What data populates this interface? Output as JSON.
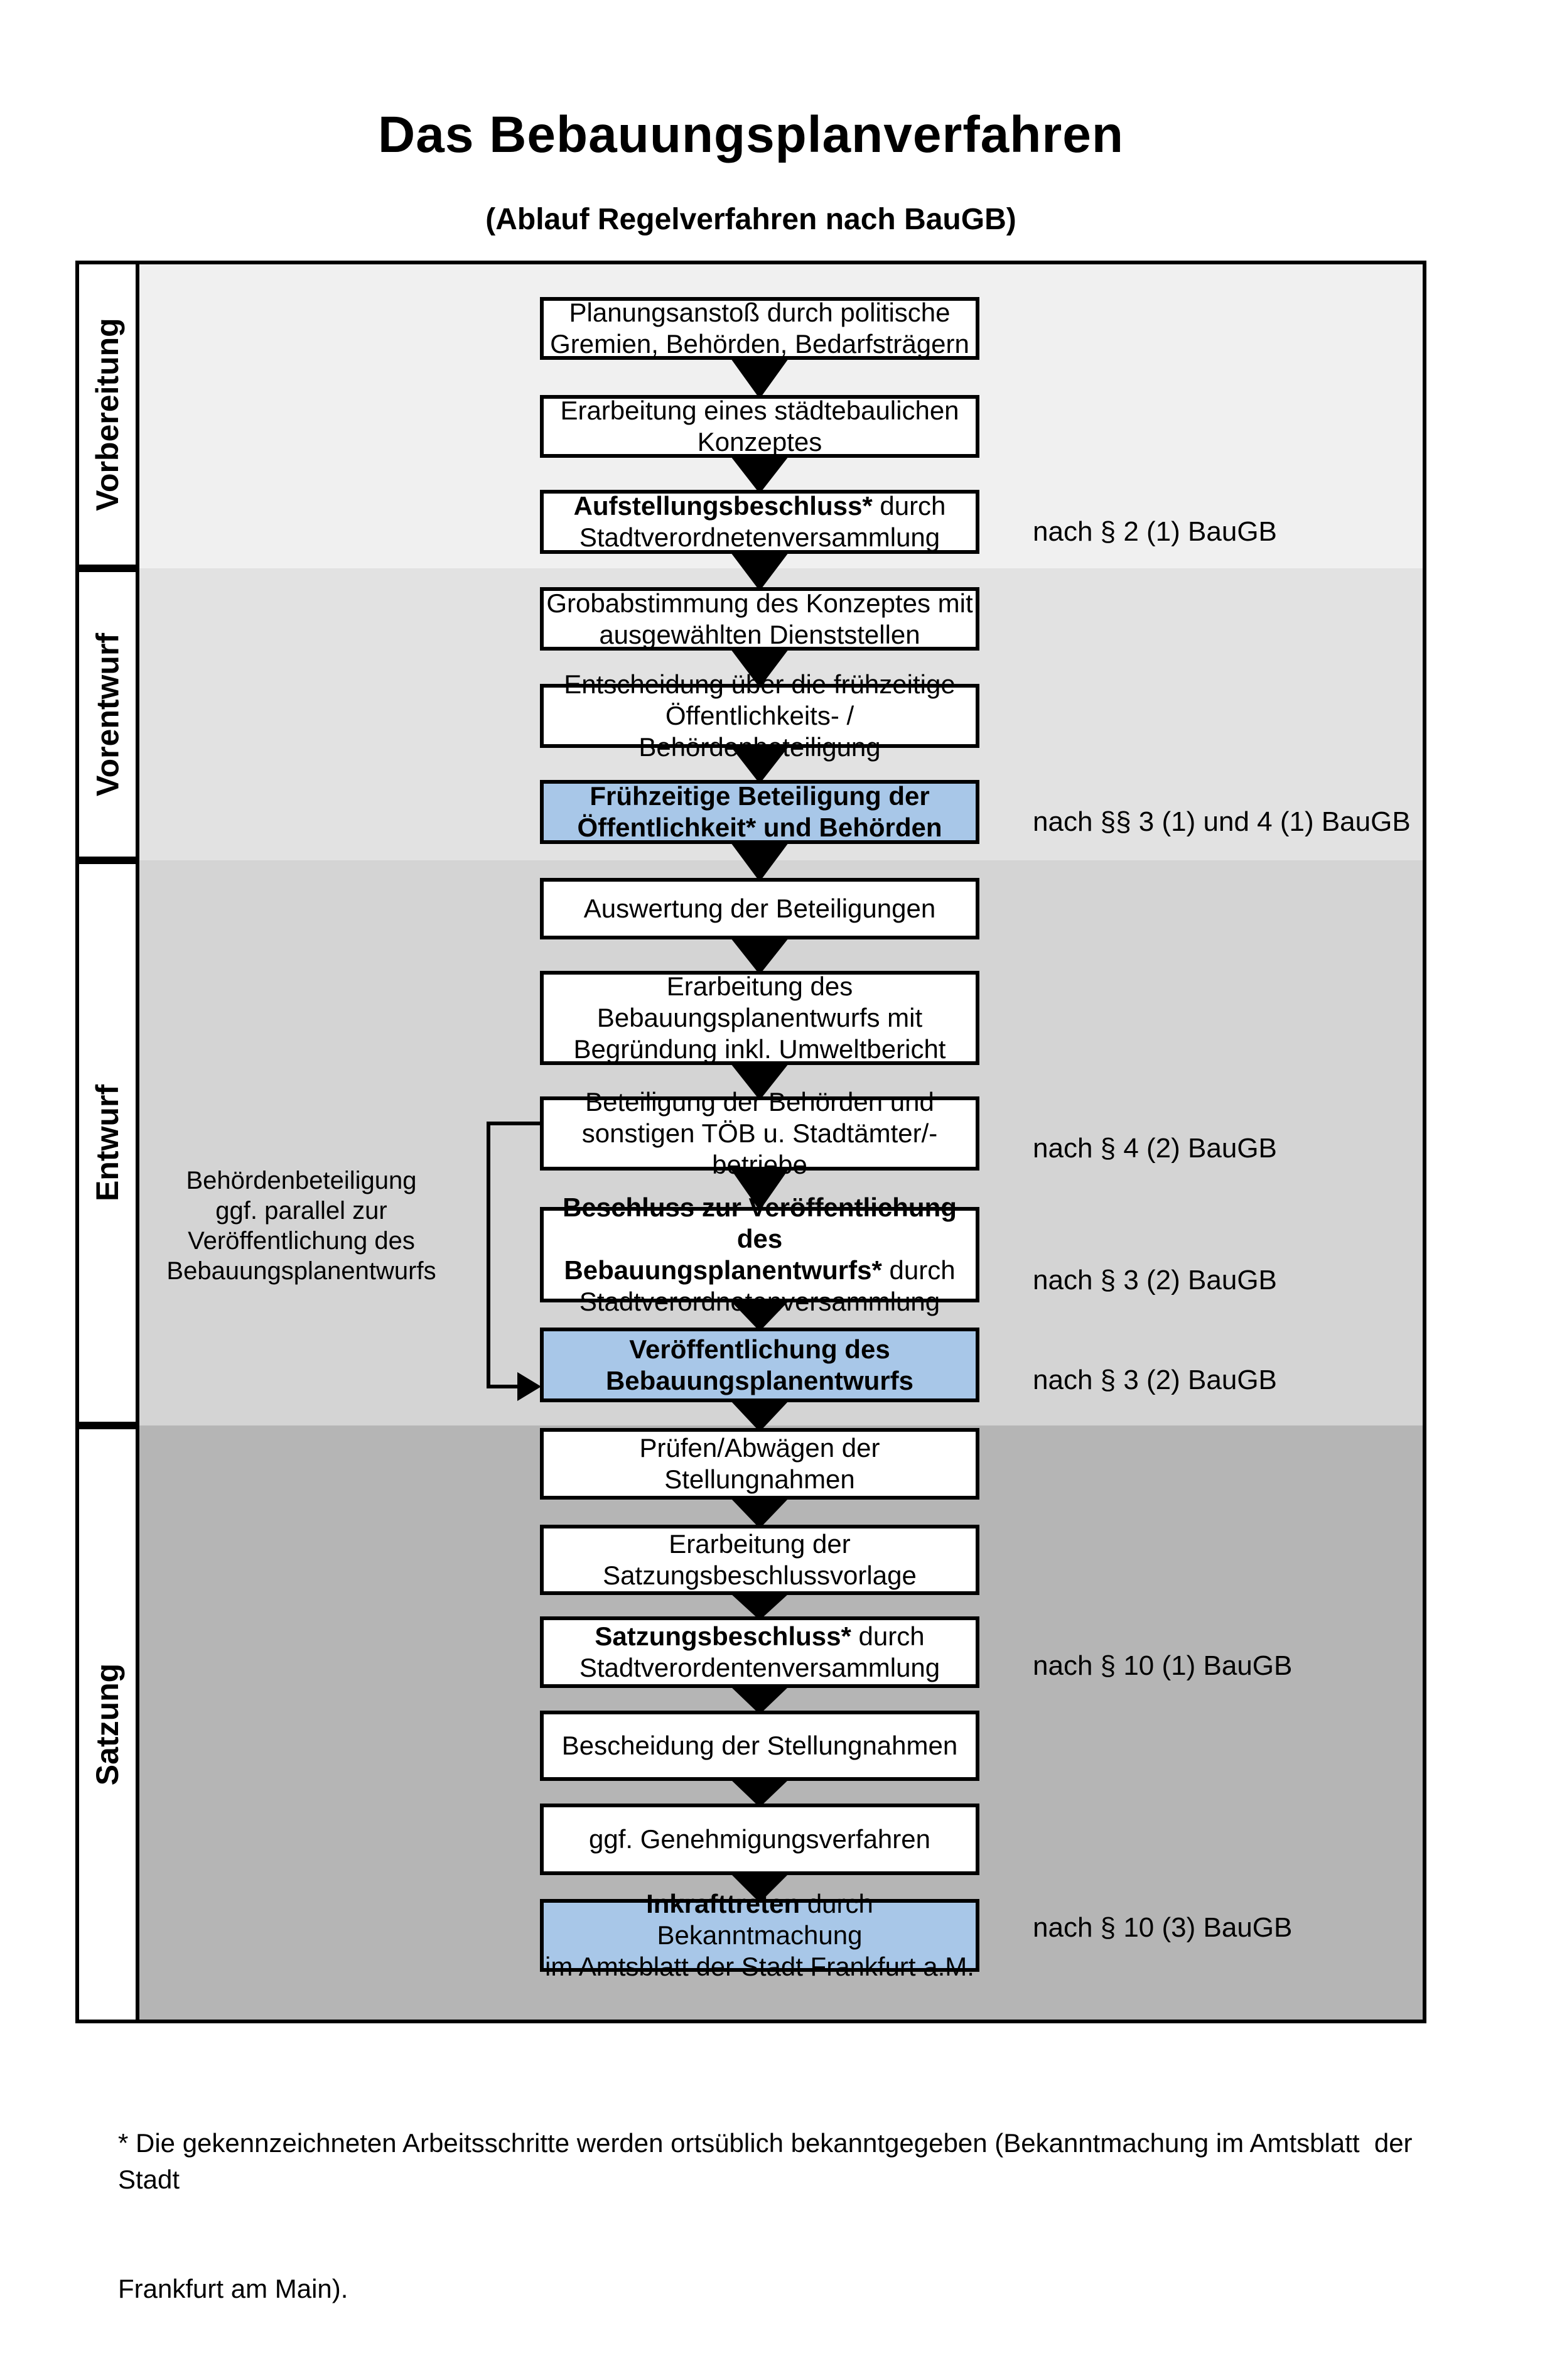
{
  "page": {
    "title": "Das Bebauungsplanverfahren",
    "subtitle": "(Ablauf Regelverfahren nach BauGB)",
    "footnote_lines": [
      "* Die gekennzeichneten Arbeitsschritte werden ortsüblich bekanntgegeben (Bekanntmachung im Amtsblatt  der Stadt",
      "Frankfurt am Main)."
    ]
  },
  "colors": {
    "highlight": "#a8c7e8",
    "box_bg": "#ffffff",
    "border": "#000000",
    "phase_bands": [
      "#f0f0f0",
      "#e2e2e2",
      "#d4d4d4",
      "#b5b5b5"
    ]
  },
  "phases": [
    {
      "label": "Vorbereitung"
    },
    {
      "label": "Vorentwurf"
    },
    {
      "label": "Entwurf"
    },
    {
      "label": "Satzung"
    }
  ],
  "side_note_lines": [
    "Behördenbeteiligung",
    "ggf. parallel zur",
    "Veröffentlichung des",
    "Bebauungsplanentwurfs"
  ],
  "steps": [
    {
      "phase": 0,
      "highlight": false,
      "note": null,
      "lines": [
        [
          {
            "t": "Planungsanstoß durch politische",
            "b": false
          }
        ],
        [
          {
            "t": "Gremien, Behörden, Bedarfsträgern",
            "b": false
          }
        ]
      ]
    },
    {
      "phase": 0,
      "highlight": false,
      "note": null,
      "lines": [
        [
          {
            "t": "Erarbeitung eines städtebaulichen",
            "b": false
          }
        ],
        [
          {
            "t": "Konzeptes",
            "b": false
          }
        ]
      ]
    },
    {
      "phase": 0,
      "highlight": false,
      "note": "nach § 2 (1) BauGB",
      "lines": [
        [
          {
            "t": "Aufstellungsbeschluss*",
            "b": true
          },
          {
            "t": " durch",
            "b": false
          }
        ],
        [
          {
            "t": "Stadtverordnetenversammlung",
            "b": false
          }
        ]
      ]
    },
    {
      "phase": 1,
      "highlight": false,
      "note": null,
      "lines": [
        [
          {
            "t": "Grobabstimmung des Konzeptes mit",
            "b": false
          }
        ],
        [
          {
            "t": "ausgewählten Dienststellen",
            "b": false
          }
        ]
      ]
    },
    {
      "phase": 1,
      "highlight": false,
      "note": null,
      "lines": [
        [
          {
            "t": "Entscheidung über die frühzeitige",
            "b": false
          }
        ],
        [
          {
            "t": "Öffentlichkeits- / Behördenbeteiligung",
            "b": false
          }
        ]
      ]
    },
    {
      "phase": 1,
      "highlight": true,
      "note": "nach §§ 3 (1) und 4 (1) BauGB",
      "lines": [
        [
          {
            "t": "Frühzeitige Beteiligung der",
            "b": true
          }
        ],
        [
          {
            "t": "Öffentlichkeit* und Behörden",
            "b": true
          }
        ]
      ]
    },
    {
      "phase": 2,
      "highlight": false,
      "note": null,
      "lines": [
        [
          {
            "t": "Auswertung der Beteiligungen",
            "b": false
          }
        ]
      ]
    },
    {
      "phase": 2,
      "highlight": false,
      "note": null,
      "lines": [
        [
          {
            "t": "Erarbeitung des",
            "b": false
          }
        ],
        [
          {
            "t": "Bebauungsplanentwurfs mit",
            "b": false
          }
        ],
        [
          {
            "t": "Begründung inkl. Umweltbericht",
            "b": false
          }
        ]
      ]
    },
    {
      "phase": 2,
      "highlight": false,
      "note": "nach § 4 (2) BauGB",
      "lines": [
        [
          {
            "t": "Beteiligung der Behörden und",
            "b": false
          }
        ],
        [
          {
            "t": "sonstigen TÖB u. Stadtämter/-betriebe",
            "b": false
          }
        ]
      ]
    },
    {
      "phase": 2,
      "highlight": false,
      "note": "nach § 3 (2) BauGB",
      "lines": [
        [
          {
            "t": "Beschluss zur Veröffentlichung des",
            "b": true
          }
        ],
        [
          {
            "t": "Bebauungsplanentwurfs*",
            "b": true
          },
          {
            "t": " durch",
            "b": false
          }
        ],
        [
          {
            "t": "Stadtverordnetenversammlung",
            "b": false
          }
        ]
      ]
    },
    {
      "phase": 2,
      "highlight": true,
      "note": "nach § 3 (2) BauGB",
      "lines": [
        [
          {
            "t": "Veröffentlichung des",
            "b": true
          }
        ],
        [
          {
            "t": "Bebauungsplanentwurfs",
            "b": true
          }
        ]
      ]
    },
    {
      "phase": 3,
      "highlight": false,
      "note": null,
      "lines": [
        [
          {
            "t": "Prüfen/Abwägen der Stellungnahmen",
            "b": false
          }
        ]
      ]
    },
    {
      "phase": 3,
      "highlight": false,
      "note": null,
      "lines": [
        [
          {
            "t": "Erarbeitung der",
            "b": false
          }
        ],
        [
          {
            "t": "Satzungsbeschlussvorlage",
            "b": false
          }
        ]
      ]
    },
    {
      "phase": 3,
      "highlight": false,
      "note": "nach § 10 (1) BauGB",
      "lines": [
        [
          {
            "t": "Satzungsbeschluss*",
            "b": true
          },
          {
            "t": " durch",
            "b": false
          }
        ],
        [
          {
            "t": "Stadtverordentenversammlung",
            "b": false
          }
        ]
      ]
    },
    {
      "phase": 3,
      "highlight": false,
      "note": null,
      "lines": [
        [
          {
            "t": "Bescheidung der Stellungnahmen",
            "b": false
          }
        ]
      ]
    },
    {
      "phase": 3,
      "highlight": false,
      "note": null,
      "lines": [
        [
          {
            "t": "ggf. Genehmigungsverfahren",
            "b": false
          }
        ]
      ]
    },
    {
      "phase": 3,
      "highlight": true,
      "note": "nach § 10 (3) BauGB",
      "lines": [
        [
          {
            "t": "Inkrafttreten",
            "b": true
          },
          {
            "t": " durch Bekanntmachung",
            "b": false
          }
        ],
        [
          {
            "t": "im Amtsblatt der Stadt Frankfurt a.M.",
            "b": false
          }
        ]
      ]
    }
  ]
}
